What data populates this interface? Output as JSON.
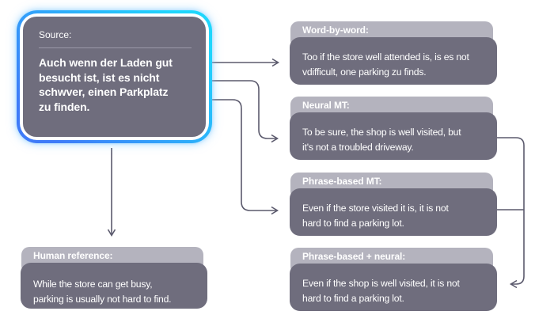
{
  "source": {
    "label": "Source:",
    "text": "Auch wenn der Laden gut\nbesucht ist, ist es nicht\nschwver, einen Parkplatz\nzu finden."
  },
  "outputs": [
    {
      "label": "Word-by-word:",
      "text": "Too if the store well attended is, is es not\nvdifficult, one parking zu finds."
    },
    {
      "label": "Neural MT:",
      "text": "To be sure, the shop is well visited, but\nit's not a troubled driveway."
    },
    {
      "label": "Phrase-based MT:",
      "text": "Even if the store visited it is, it is not\nhard to find a parking lot."
    },
    {
      "label": "Phrase-based + neural:",
      "text": "Even if the shop is well visited, it is not\nhard to find a parking lot."
    }
  ],
  "human_reference": {
    "label": "Human reference:",
    "text": "While the store can get busy,\nparking is usually not hard to find."
  },
  "colors": {
    "background": "#ffffff",
    "box_fill": "#6f6d7d",
    "header_fill": "#b4b3be",
    "text": "#ffffff",
    "divider": "#9b99a8",
    "arrow": "#5b5a6d",
    "ring_cyan": "#1fd6fc",
    "ring_blue": "#3f7bf8"
  }
}
